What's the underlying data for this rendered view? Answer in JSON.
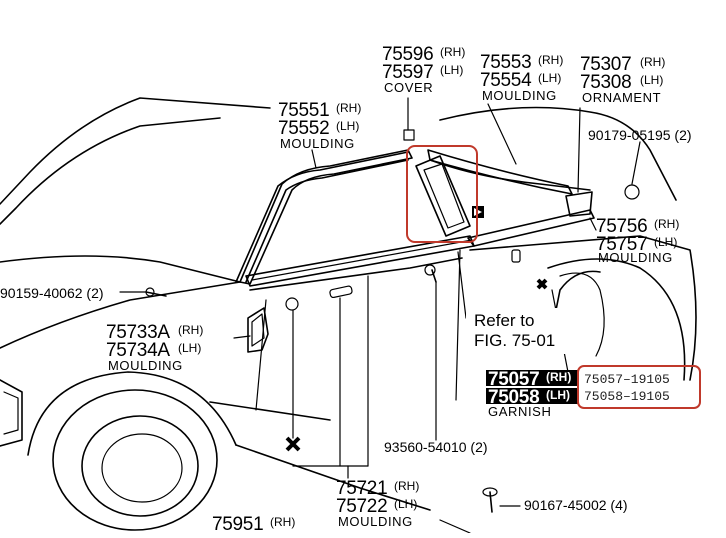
{
  "labels": {
    "cover": {
      "num_rh": "75596",
      "rh": "(RH)",
      "num_lh": "75597",
      "lh": "(LH)",
      "cap": "COVER"
    },
    "moulding_top": {
      "num_rh": "75553",
      "rh": "(RH)",
      "num_lh": "75554",
      "lh": "(LH)",
      "cap": "MOULDING"
    },
    "ornament": {
      "num_rh": "75307",
      "rh": "(RH)",
      "num_lh": "75308",
      "lh": "(LH)",
      "cap": "ORNAMENT"
    },
    "moulding_roof": {
      "num_rh": "75551",
      "rh": "(RH)",
      "num_lh": "75552",
      "lh": "(LH)",
      "cap": "MOULDING"
    },
    "screw_top": "90179-05195 (2)",
    "moulding_quarter": {
      "num_rh": "75756",
      "rh": "(RH)",
      "num_lh": "75757",
      "lh": "(LH)",
      "cap": "MOULDING"
    },
    "clip_left": "90159-40062 (2)",
    "moulding_fender": {
      "num_rh": "75733A",
      "rh": "(RH)",
      "num_lh": "75734A",
      "lh": "(LH)",
      "cap": "MOULDING"
    },
    "refer_line1": "Refer to",
    "refer_line2": "FIG. 75-01",
    "garnish": {
      "num_rh": "75057",
      "rh": "(RH)",
      "num_lh": "75058",
      "lh": "(LH)",
      "cap": "GARNISH"
    },
    "clip_mid": "93560-54010 (2)",
    "moulding_door": {
      "num_rh": "75721",
      "rh": "(RH)",
      "num_lh": "75722",
      "lh": "(LH)",
      "cap": "MOULDING"
    },
    "screw_bottom": "90167-45002 (4)",
    "bottom_partial": {
      "num": "75951",
      "rh": "(RH)"
    }
  },
  "annotation": {
    "line1": "75057–19105",
    "line2": "75058–19105",
    "color": "#c0392b"
  }
}
